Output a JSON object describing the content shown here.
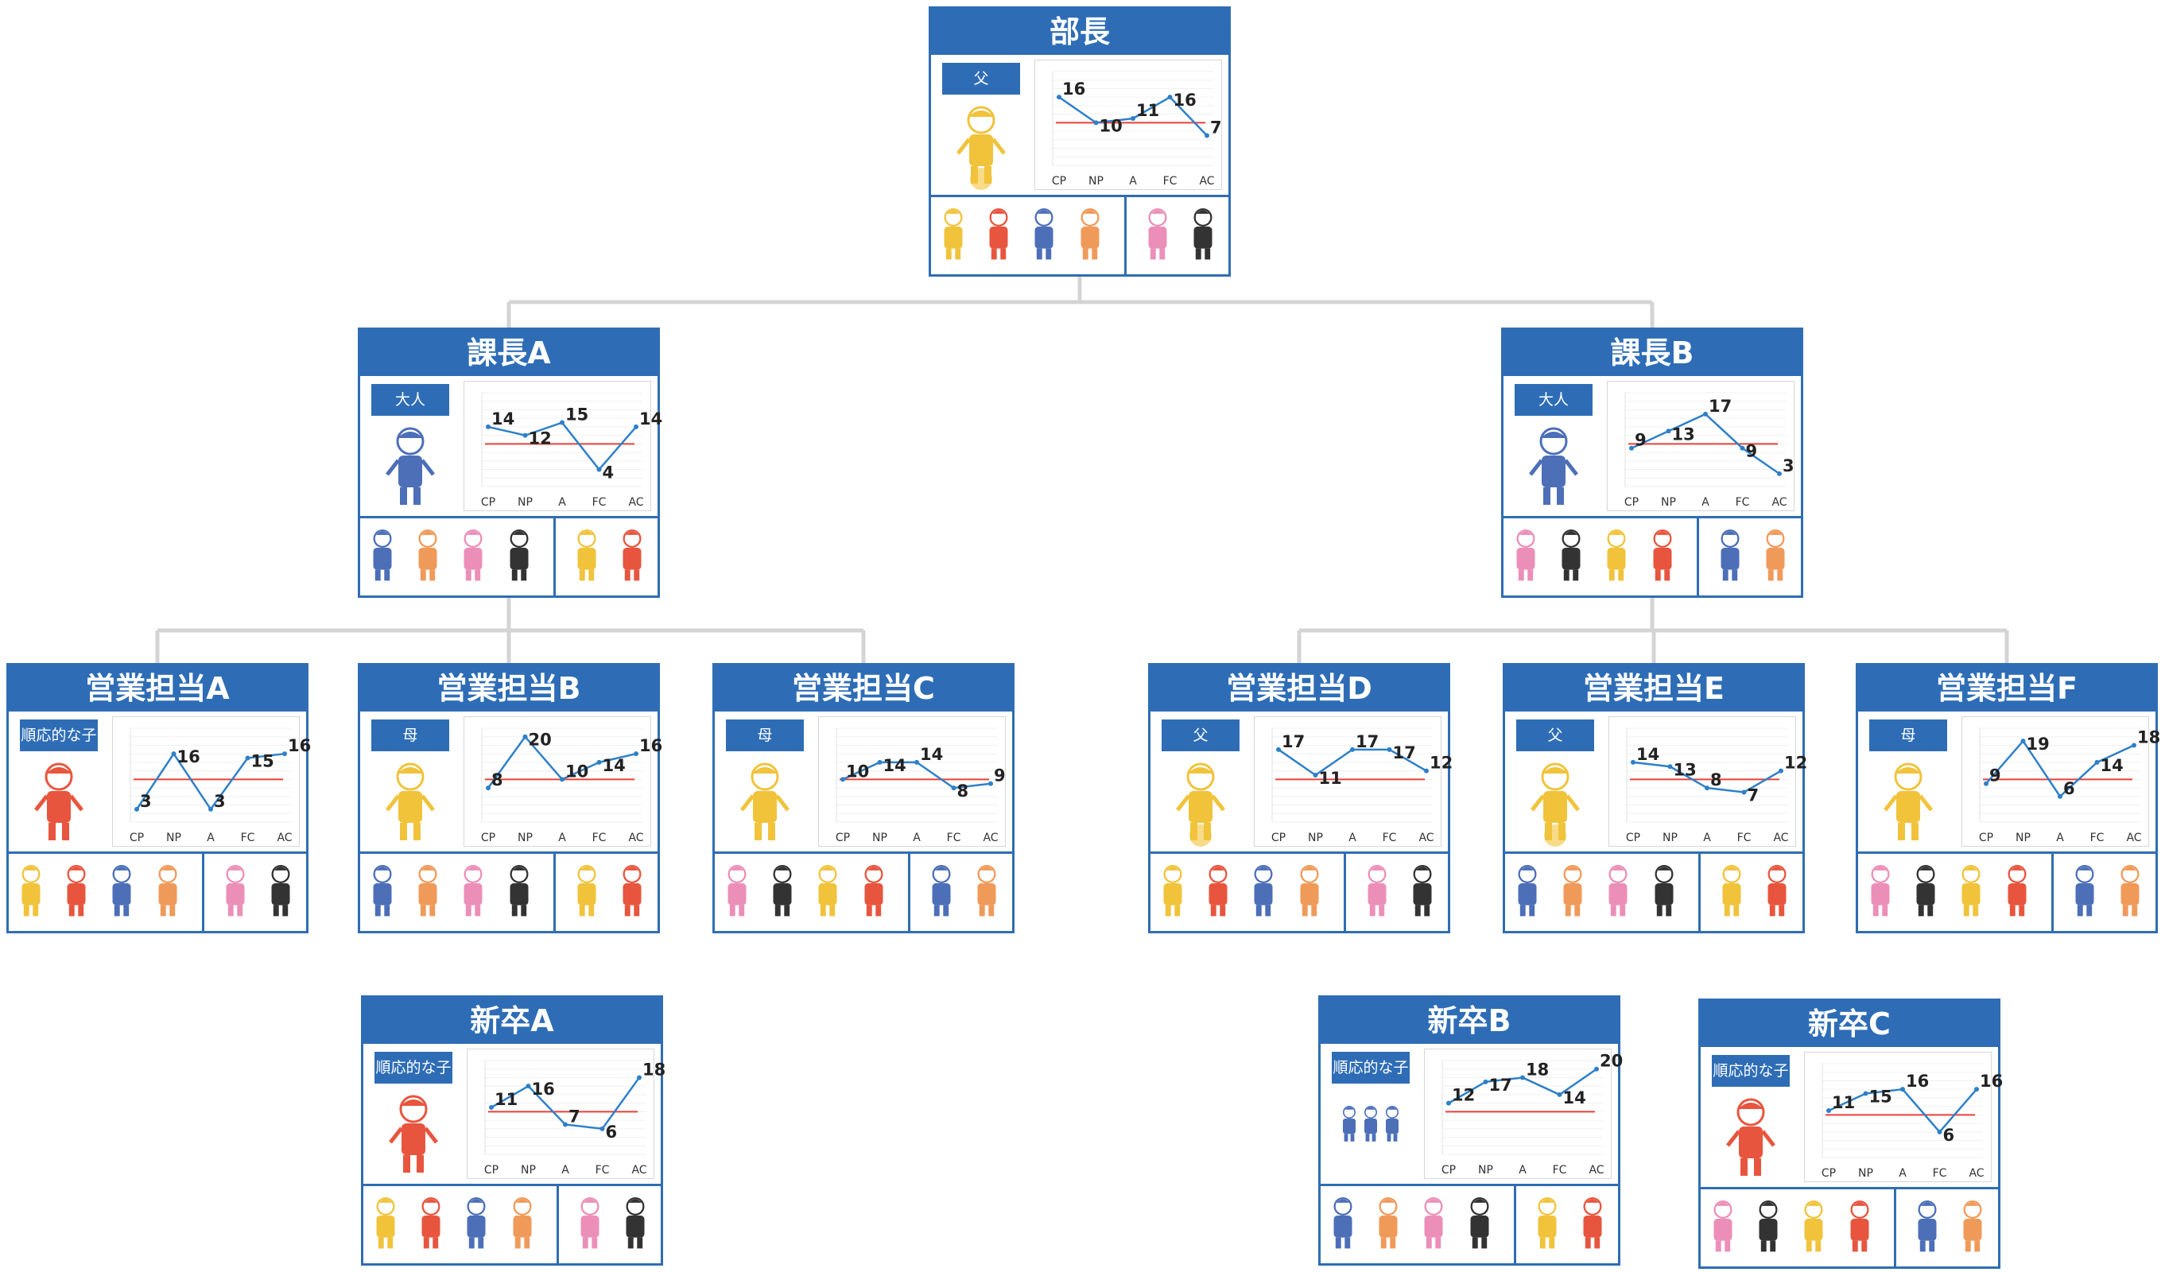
{
  "colors": {
    "header": "#2e6db6",
    "border": "#2f6db5",
    "line": "#2e80c9",
    "reference": "#e8403a",
    "connector": "#d4d4d4",
    "icon_palette": [
      "#f1c33b",
      "#e8553e",
      "#4c6fb8",
      "#f09a5a",
      "#ec8fb8",
      "#333333"
    ]
  },
  "categories": [
    "CP",
    "NP",
    "A",
    "FC",
    "AC"
  ],
  "nodes": [
    {
      "id": "bucho",
      "title": "部長",
      "role": "父",
      "avatar": "father-icon",
      "chart_data": {
        "type": "line",
        "categories": [
          "CP",
          "NP",
          "A",
          "FC",
          "AC"
        ],
        "values": [
          16,
          10,
          11,
          16,
          7
        ]
      }
    },
    {
      "id": "kacho-a",
      "title": "課長A",
      "role": "大人",
      "avatar": "adult-icon",
      "chart_data": {
        "type": "line",
        "categories": [
          "CP",
          "NP",
          "A",
          "FC",
          "AC"
        ],
        "values": [
          14,
          12,
          15,
          4,
          14
        ]
      }
    },
    {
      "id": "kacho-b",
      "title": "課長B",
      "role": "大人",
      "avatar": "adult-icon",
      "chart_data": {
        "type": "line",
        "categories": [
          "CP",
          "NP",
          "A",
          "FC",
          "AC"
        ],
        "values": [
          9,
          13,
          17,
          9,
          3
        ]
      }
    },
    {
      "id": "eigyo-a",
      "title": "営業担当A",
      "role": "順応的な子",
      "avatar": "adapted-child-icon",
      "chart_data": {
        "type": "line",
        "categories": [
          "CP",
          "NP",
          "A",
          "FC",
          "AC"
        ],
        "values": [
          3,
          16,
          3,
          15,
          16
        ]
      }
    },
    {
      "id": "eigyo-b",
      "title": "営業担当B",
      "role": "母",
      "avatar": "mother-icon",
      "chart_data": {
        "type": "line",
        "categories": [
          "CP",
          "NP",
          "A",
          "FC",
          "AC"
        ],
        "values": [
          8,
          20,
          10,
          14,
          16
        ]
      }
    },
    {
      "id": "eigyo-c",
      "title": "営業担当C",
      "role": "母",
      "avatar": "mother-icon",
      "chart_data": {
        "type": "line",
        "categories": [
          "CP",
          "NP",
          "A",
          "FC",
          "AC"
        ],
        "values": [
          10,
          14,
          14,
          8,
          9
        ]
      }
    },
    {
      "id": "eigyo-d",
      "title": "営業担当D",
      "role": "父",
      "avatar": "father-icon",
      "chart_data": {
        "type": "line",
        "categories": [
          "CP",
          "NP",
          "A",
          "FC",
          "AC"
        ],
        "values": [
          17,
          11,
          17,
          17,
          12
        ]
      }
    },
    {
      "id": "eigyo-e",
      "title": "営業担当E",
      "role": "父",
      "avatar": "father-icon",
      "chart_data": {
        "type": "line",
        "categories": [
          "CP",
          "NP",
          "A",
          "FC",
          "AC"
        ],
        "values": [
          14,
          13,
          8,
          7,
          12
        ]
      }
    },
    {
      "id": "eigyo-f",
      "title": "営業担当F",
      "role": "母",
      "avatar": "mother-icon",
      "chart_data": {
        "type": "line",
        "categories": [
          "CP",
          "NP",
          "A",
          "FC",
          "AC"
        ],
        "values": [
          9,
          19,
          6,
          14,
          18
        ]
      }
    },
    {
      "id": "shinsotsu-a",
      "title": "新卒A",
      "role": "順応的な子",
      "avatar": "adapted-child-icon",
      "chart_data": {
        "type": "line",
        "categories": [
          "CP",
          "NP",
          "A",
          "FC",
          "AC"
        ],
        "values": [
          11,
          16,
          7,
          6,
          18
        ]
      }
    },
    {
      "id": "shinsotsu-b",
      "title": "新卒B",
      "role": "順応的な子",
      "avatar": "adapted-child-icon",
      "chart_data": {
        "type": "line",
        "categories": [
          "CP",
          "NP",
          "A",
          "FC",
          "AC"
        ],
        "values": [
          12,
          17,
          18,
          14,
          20
        ]
      }
    },
    {
      "id": "shinsotsu-c",
      "title": "新卒C",
      "role": "順応的な子",
      "avatar": "adapted-child-icon",
      "chart_data": {
        "type": "line",
        "categories": [
          "CP",
          "NP",
          "A",
          "FC",
          "AC"
        ],
        "values": [
          11,
          15,
          16,
          6,
          16
        ]
      }
    }
  ],
  "edges": [
    [
      "bucho",
      "kacho-a"
    ],
    [
      "bucho",
      "kacho-b"
    ],
    [
      "kacho-a",
      "eigyo-a"
    ],
    [
      "kacho-a",
      "eigyo-b"
    ],
    [
      "kacho-a",
      "eigyo-c"
    ],
    [
      "kacho-b",
      "eigyo-d"
    ],
    [
      "kacho-b",
      "eigyo-e"
    ],
    [
      "kacho-b",
      "eigyo-f"
    ]
  ]
}
